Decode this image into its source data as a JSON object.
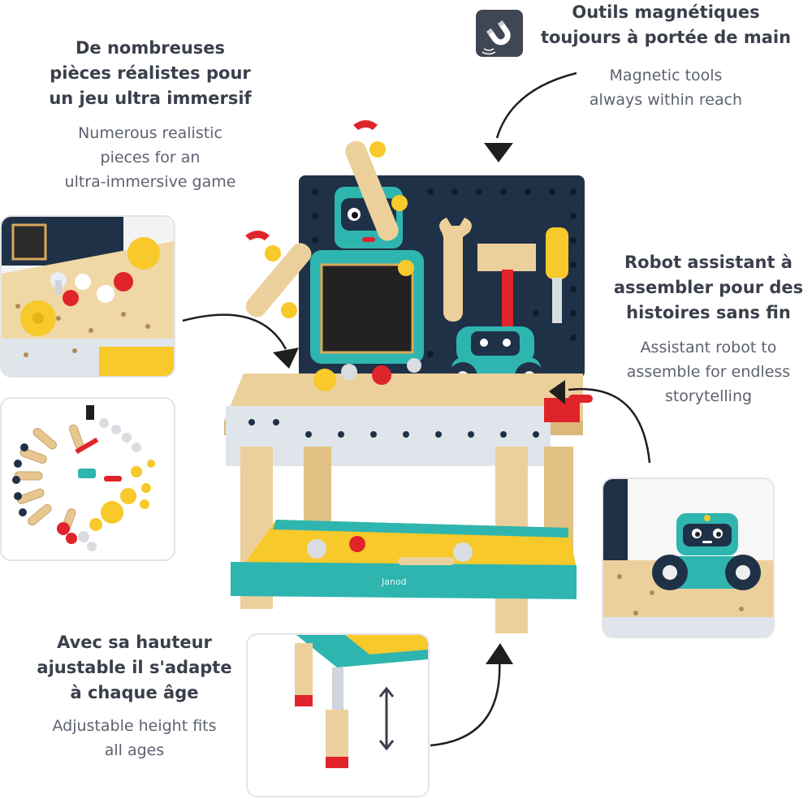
{
  "features": {
    "pieces": {
      "fr": [
        "De nombreuses",
        "pièces réalistes pour",
        "un jeu ultra immersif"
      ],
      "en": [
        "Numerous realistic",
        "pieces for an",
        "ultra-immersive game"
      ]
    },
    "magnetic": {
      "fr": [
        "Outils magnétiques",
        "toujours à portée de main"
      ],
      "en": [
        "Magnetic tools",
        "always within reach"
      ],
      "icon": "magnet-icon"
    },
    "robot": {
      "fr": [
        "Robot assistant à",
        "assembler pour des",
        "histoires sans fin"
      ],
      "en": [
        "Assistant robot to",
        "assemble for endless",
        "storytelling"
      ]
    },
    "height": {
      "fr": [
        "Avec sa hauteur",
        "ajustable il s'adapte",
        "à chaque âge"
      ],
      "en": [
        "Adjustable height fits",
        "all ages"
      ]
    }
  },
  "brand": "Janod",
  "colors": {
    "text_dark": "#3a3f4b",
    "board_navy": "#1f3147",
    "teal": "#2fb5b0",
    "wood": "#e9c98f",
    "red": "#e0242b",
    "yellow": "#f7c92a"
  }
}
